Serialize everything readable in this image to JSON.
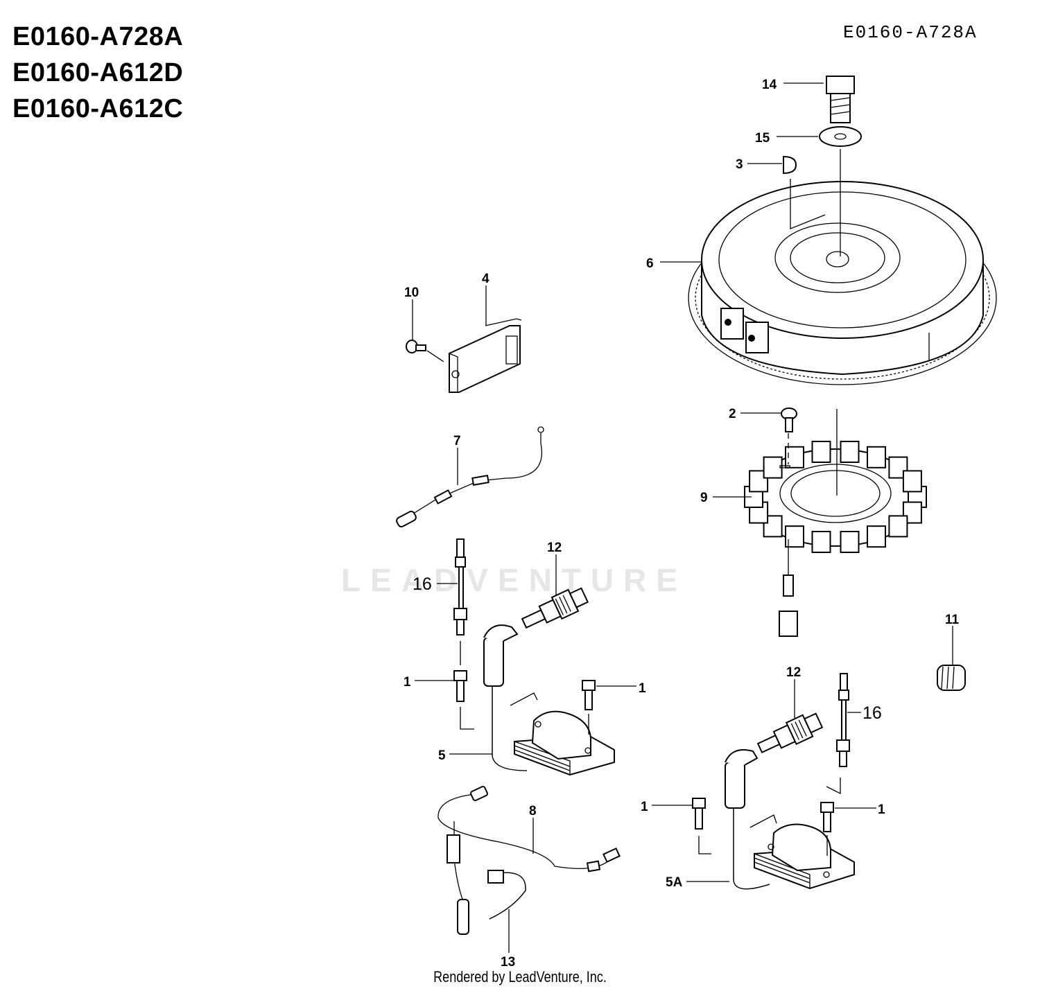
{
  "header": {
    "models": [
      "E0160-A728A",
      "E0160-A612D",
      "E0160-A612C"
    ],
    "code_right": "E0160-A728A"
  },
  "watermark": "LEADVENTURE",
  "footer": "Rendered by LeadVenture, Inc.",
  "callouts": [
    "14",
    "15",
    "3",
    "6",
    "10",
    "4",
    "2",
    "9",
    "7",
    "12",
    "16",
    "11",
    "1",
    "1",
    "5",
    "12",
    "16",
    "1",
    "1",
    "8",
    "5A",
    "13"
  ]
}
